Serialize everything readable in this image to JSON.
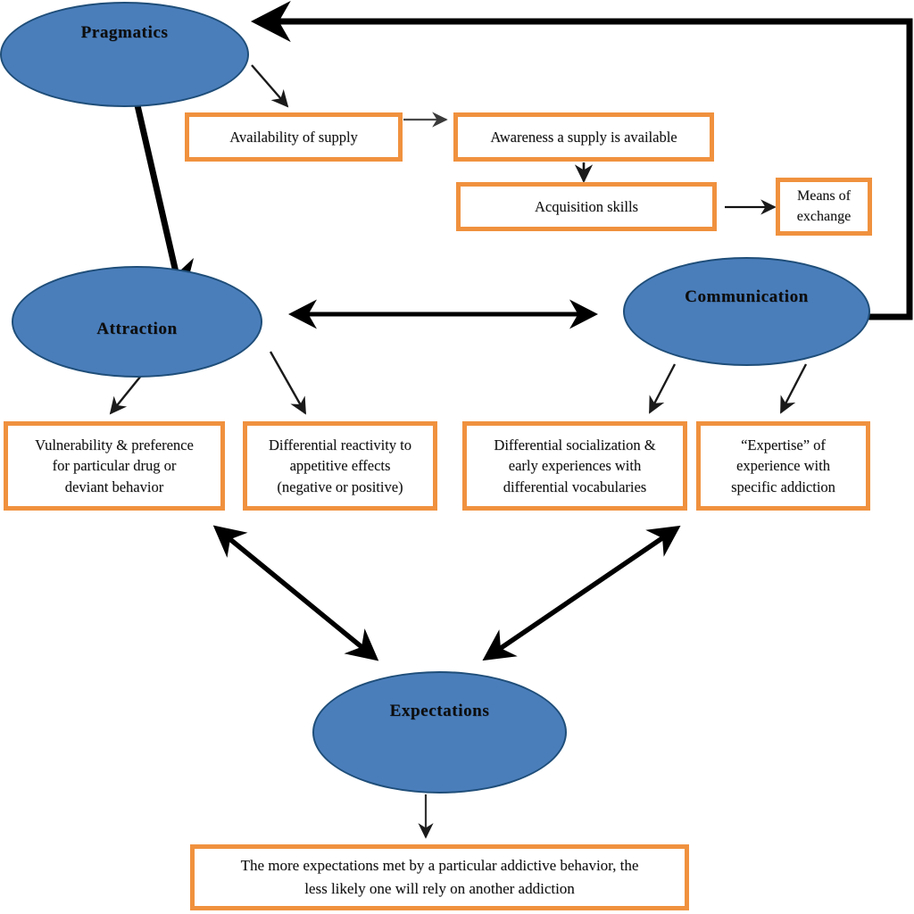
{
  "diagram": {
    "title": "Pragmatics / Attraction / Communication / Expectations addiction model",
    "colors": {
      "ellipse_fill": "#4A7EBB",
      "ellipse_stroke": "#1F4E79",
      "box_border": "#F0913E",
      "box_fill": "#FFFFFF",
      "arrow_thick": "#000000",
      "arrow_thin": "#1A1A1A"
    },
    "ellipses": [
      {
        "id": "pragmatics",
        "label": "Pragmatics"
      },
      {
        "id": "attraction",
        "label": "Attraction"
      },
      {
        "id": "communication",
        "label": "Communication"
      },
      {
        "id": "expectations",
        "label": "Expectations"
      }
    ],
    "boxes": [
      {
        "id": "availability",
        "label": "Availability of supply"
      },
      {
        "id": "awareness",
        "label": "Awareness a supply is available"
      },
      {
        "id": "acquisition",
        "label": "Acquisition skills"
      },
      {
        "id": "means",
        "label": "Means of exchange"
      },
      {
        "id": "vulnerability",
        "label": "Vulnerability & preference for particular drug or deviant behavior"
      },
      {
        "id": "reactivity",
        "label": "Differential reactivity to appetitive effects (negative or positive)"
      },
      {
        "id": "socialization",
        "label": "Differential socialization & early experiences with differential vocabularies"
      },
      {
        "id": "expertise",
        "label": "“Expertise” of experience with specific addiction"
      },
      {
        "id": "conclusion",
        "label": "The more expectations met by a particular addictive behavior, the less likely one will rely on another addiction"
      }
    ],
    "box_lines": {
      "availability": "Availability of supply",
      "awareness": "Awareness a supply is available",
      "acquisition": "Acquisition skills",
      "means_l1": "Means of",
      "means_l2": "exchange",
      "vuln_l1": "Vulnerability & preference",
      "vuln_l2": "for particular drug or",
      "vuln_l3": "deviant behavior",
      "react_l1": "Differential reactivity to",
      "react_l2": "appetitive effects",
      "react_l3": "(negative or positive)",
      "social_l1": "Differential socialization &",
      "social_l2": "early experiences with",
      "social_l3": "differential vocabularies",
      "expert_l1": "“Expertise” of",
      "expert_l2": "experience with",
      "expert_l3": "specific addiction",
      "concl_l1": "The more expectations met by a particular addictive behavior, the",
      "concl_l2": "less likely one will rely on another addiction"
    },
    "edges": [
      {
        "id": "pragmatics-to-attraction",
        "from": "pragmatics",
        "to": "attraction",
        "style": "thick-single"
      },
      {
        "id": "pragmatics-to-availability",
        "from": "pragmatics",
        "to": "availability",
        "style": "thin-single"
      },
      {
        "id": "availability-to-awareness",
        "from": "availability",
        "to": "awareness",
        "style": "thin-single"
      },
      {
        "id": "awareness-to-acquisition",
        "from": "awareness",
        "to": "acquisition",
        "style": "thin-single"
      },
      {
        "id": "acquisition-to-means",
        "from": "acquisition",
        "to": "means",
        "style": "thin-single"
      },
      {
        "id": "communication-to-pragmatics",
        "from": "communication",
        "to": "pragmatics",
        "style": "thick-elbow"
      },
      {
        "id": "attraction-communication",
        "from": "attraction",
        "to": "communication",
        "style": "thick-double"
      },
      {
        "id": "attraction-to-vulnerability",
        "from": "attraction",
        "to": "vulnerability",
        "style": "thin-single"
      },
      {
        "id": "attraction-to-reactivity",
        "from": "attraction",
        "to": "reactivity",
        "style": "thin-single"
      },
      {
        "id": "communication-to-socialization",
        "from": "communication",
        "to": "socialization",
        "style": "thin-single"
      },
      {
        "id": "communication-to-expertise",
        "from": "communication",
        "to": "expertise",
        "style": "thin-single"
      },
      {
        "id": "vulnerability-expectations",
        "from": "vulnerability",
        "to": "expectations",
        "style": "thick-double"
      },
      {
        "id": "socialization-expectations",
        "from": "socialization",
        "to": "expectations",
        "style": "thick-double"
      },
      {
        "id": "expectations-to-conclusion",
        "from": "expectations",
        "to": "conclusion",
        "style": "thin-single"
      }
    ]
  }
}
